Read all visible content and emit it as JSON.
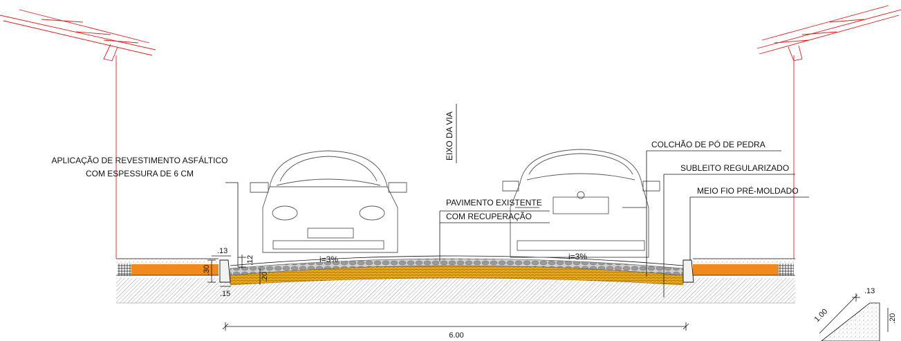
{
  "labels": {
    "axis": "EIXO DA VIA",
    "asphalt_line1": "APLICAÇÃO DE REVESTIMENTO ASFÁLTICO",
    "asphalt_line2": "COM ESPESSURA DE 6 CM",
    "stone_dust": "COLCHÃO DE PÓ DE PEDRA",
    "subgrade": "SUBLEITO REGULARIZADO",
    "curb": "MEIO FIO PRÉ-MOLDADO",
    "pavement_line1": "PAVIMENTO EXISTENTE",
    "pavement_line2": "COM RECUPERAÇÃO",
    "slope_left": "i=3%",
    "slope_right": "i=3%"
  },
  "dimensions": {
    "road_width": "6.00",
    "curb_top": ".13",
    "curb_height": ".30",
    "curb_bottom": ".15",
    "asphalt_thickness": ".12",
    "base_thickness": ".20",
    "detail_length": "1.00",
    "detail_top": ".13",
    "detail_height": ".20"
  },
  "colors": {
    "sidewalk_fill": "#f08a1c",
    "base_fill": "#e8a81c",
    "cobble_fill": "#9a9a9a",
    "pole": "#e01b1b",
    "soil": "#666666"
  }
}
